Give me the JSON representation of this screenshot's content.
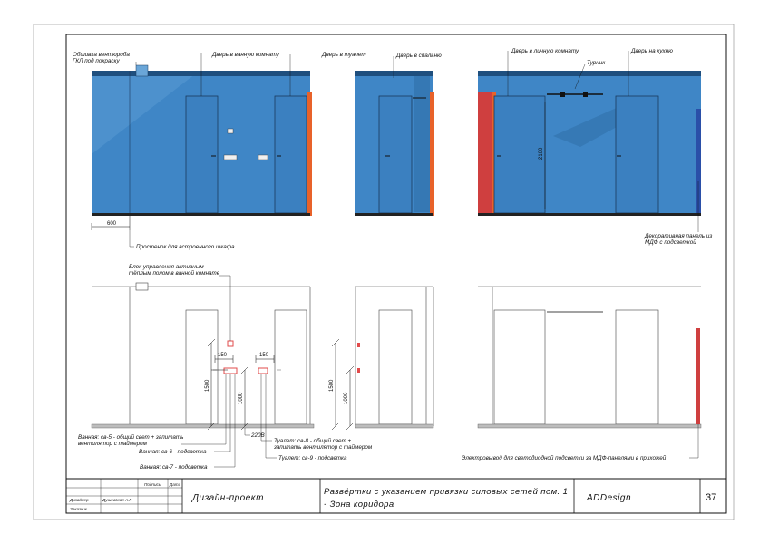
{
  "labels": {
    "vent_box": [
      "Обшивка вентюроба",
      "ГКЛ под покраску"
    ],
    "door_bathroom": "Дверь в ванную комнату",
    "door_toilet": "Дверь в туалет",
    "door_bedroom": "Дверь в спальню",
    "door_private_room": "Дверь в личную комнату",
    "turnik": "Турник",
    "door_kitchen": "Дверь на кухню",
    "height_2100": "2100",
    "dim_600": "600",
    "wardrobe_partition": "Простенок для встроенного шкафа",
    "mdf_panel": [
      "Декоративная панель из",
      "МДФ с подсветкой"
    ],
    "floor_control_block": [
      "Блок управления активным",
      "тёплым полом в ванной комнате"
    ],
    "dim_150_left": "150",
    "dim_150_right": "150",
    "dim_1500_left": "1500",
    "dim_1000_left": "1000",
    "dim_1500_mid": "1500",
    "dim_1000_mid": "1000",
    "bath_se5": [
      "Ванная: св-5 - общий свет + запитать",
      "вентилятор с таймером"
    ],
    "bath_se6": "Ванная: св-6 - подсветка",
    "bath_se7": "Ванная: св-7 - подсветка",
    "v220": "220В",
    "toilet_se8": [
      "Туалет: св-8 - общий свет +",
      "запитать вентилятор с таймером"
    ],
    "toilet_se9": "Туалет: св-9 - подсветка",
    "led_outlet": "Электровывод для светодиодной подсветки за МДФ-панелями в прихожей"
  },
  "title_block": {
    "col_signature": "Подпись",
    "col_date": "Дата",
    "row_designer": "Дизайнер",
    "designer_name": "Душевская А.Г.",
    "row_customer": "Заказчик",
    "project_type": "Дизайн-проект",
    "sheet_title": [
      "Развёртки с указанием привязки силовых сетей пом. 1",
      "- Зона коридора"
    ],
    "company": "ADDesign",
    "page_number": "37"
  },
  "colors": {
    "wall_blue": "#3f86c6",
    "wall_blue_light": "#5a9ad3",
    "wall_shade": "#2f6fa8",
    "accent_orange": "#e8622a",
    "accent_red": "#cf3f3f",
    "socket_red": "#e24b4b"
  }
}
